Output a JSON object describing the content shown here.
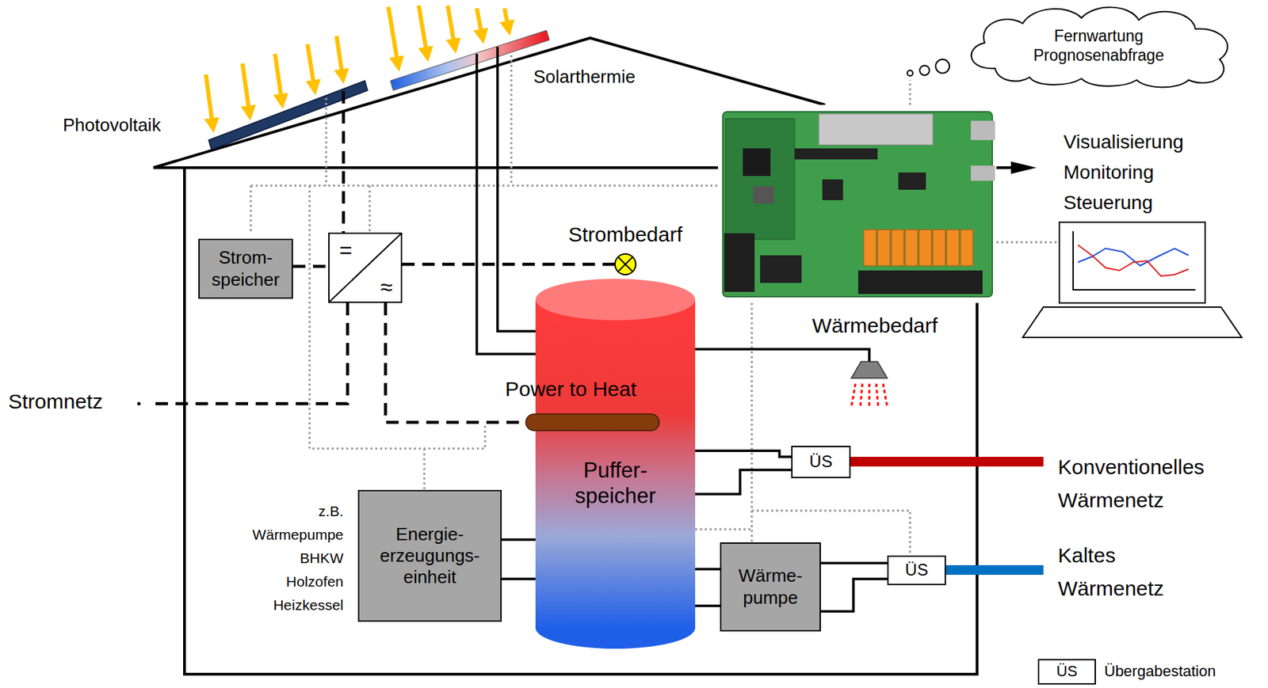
{
  "diagram": {
    "nodes": [
      {
        "text": [
          "Fernwartung Prognosenabfrage"
        ]
      },
      {
        "text": [
          "Strom- speicher"
        ]
      },
      {
        "text": [
          "=",
          "≈"
        ]
      },
      {
        "text": [
          "Puffer- speicher"
        ]
      },
      {
        "text": [
          "ÜS"
        ]
      },
      {
        "text": [
          "Energie- erzeugungs- einheit"
        ]
      },
      {
        "text": [
          "Wärme- pumpe"
        ]
      },
      {
        "text": [
          "ÜS"
        ]
      }
    ],
    "edges": [
      {
        "from": 1,
        "to": 2,
        "arrow": "none"
      },
      {
        "from": 2,
        "to": 3,
        "arrow": "none"
      },
      {
        "from": 5,
        "to": 3,
        "arrow": "none"
      },
      {
        "from": 5,
        "to": 3,
        "arrow": "none"
      },
      {
        "from": 3,
        "to": 4,
        "arrow": "none"
      },
      {
        "from": 3,
        "to": 4,
        "arrow": "none"
      },
      {
        "from": 6,
        "to": 3,
        "arrow": "none"
      },
      {
        "from": 6,
        "to": 3,
        "arrow": "none"
      },
      {
        "from": 6,
        "to": 7,
        "arrow": "none"
      },
      {
        "from": 6,
        "to": 7,
        "arrow": "none"
      }
    ],
    "labels": [
      "Photovoltaik",
      "Solarthermie",
      "Visualisierung",
      "Monitoring",
      "Steuerung",
      "Strombedarf",
      "Wärmebedarf",
      "Stromnetz",
      "Power to Heat",
      "Konventionelles Wärmenetz",
      "z.B. Wärmepumpe BHKW Holzofen Heizkessel",
      "Kaltes Wärmenetz",
      "ÜS"
    ],
    "legend": [
      {
        "text": "Übergabestation"
      }
    ]
  }
}
